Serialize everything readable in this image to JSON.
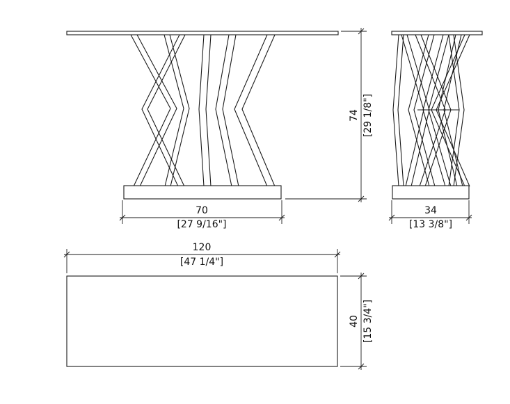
{
  "front_view": {
    "width_cm": "70",
    "width_in": "[27 9/16\"]",
    "height_cm": "74",
    "height_in": "[29 1/8\"]"
  },
  "side_view": {
    "depth_cm": "34",
    "depth_in": "[13 3/8\"]"
  },
  "top_view": {
    "length_cm": "120",
    "length_in": "[47 1/4\"]",
    "depth_cm": "40",
    "depth_in": "[15 3/4\"]"
  },
  "colors": {
    "line": "#1a1a1a",
    "background": "#ffffff"
  }
}
